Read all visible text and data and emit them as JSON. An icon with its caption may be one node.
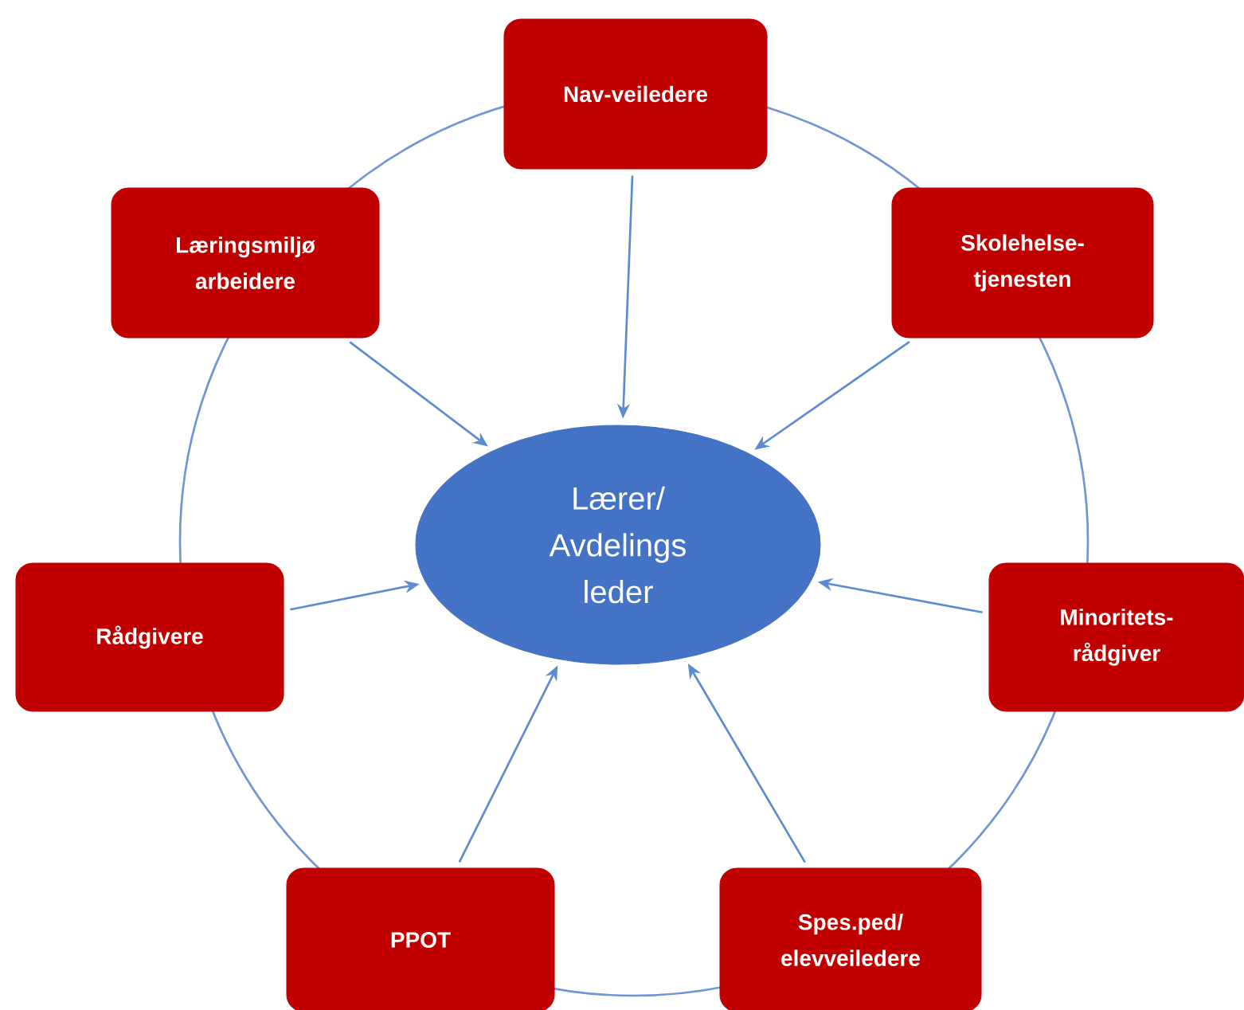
{
  "diagram": {
    "nodes": [
      {
        "text": [
          "Nav-veiledere"
        ]
      },
      {
        "text": [
          "Læringsmiljø arbeidere"
        ]
      },
      {
        "text": [
          "Skolehelse-tjenesten"
        ]
      },
      {
        "text": [
          "Lærer/ Avdelings leder"
        ]
      },
      {
        "text": [
          "Rådgivere"
        ]
      },
      {
        "text": [
          "Minoritets-rådgiver"
        ]
      },
      {
        "text": [
          "PPOT"
        ]
      },
      {
        "text": [
          "Spes.ped/ elevveiledere"
        ]
      }
    ],
    "edges": [
      {
        "from": 0,
        "to": 3,
        "arrow": "to"
      },
      {
        "from": 1,
        "to": 3,
        "arrow": "to"
      },
      {
        "from": 2,
        "to": 3,
        "arrow": "to"
      },
      {
        "from": 4,
        "to": 3,
        "arrow": "to"
      },
      {
        "from": 5,
        "to": 3,
        "arrow": "to"
      },
      {
        "from": 6,
        "to": 3,
        "arrow": "to"
      },
      {
        "from": 7,
        "to": 3,
        "arrow": "to"
      }
    ]
  }
}
